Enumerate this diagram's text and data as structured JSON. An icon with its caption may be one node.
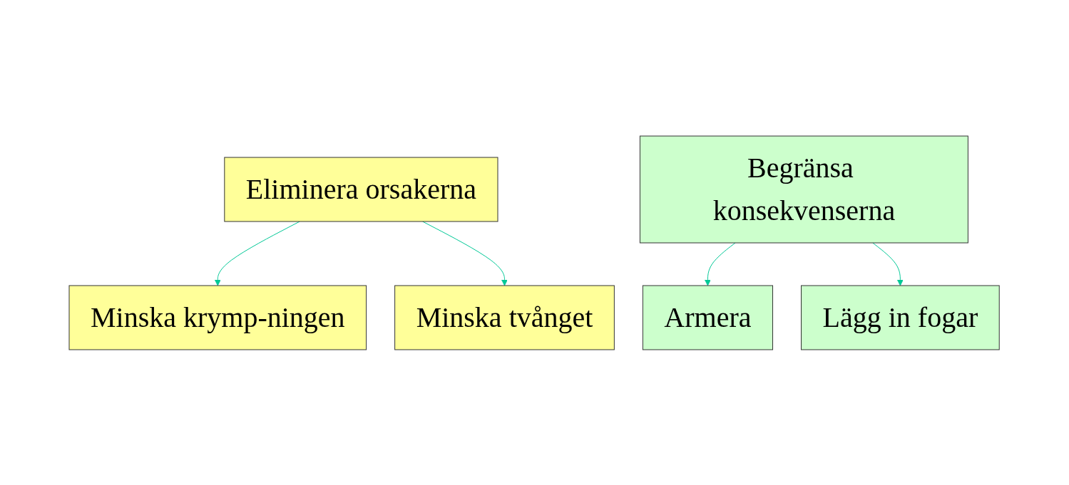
{
  "diagram": {
    "nodes": [
      {
        "text": [
          "Eliminera orsakerna"
        ]
      },
      {
        "text": [
          "Begränsa konsekvenserna"
        ]
      },
      {
        "text": [
          "Minska krymp-ningen"
        ]
      },
      {
        "text": [
          "Minska tvånget"
        ]
      },
      {
        "text": [
          "Armera"
        ]
      },
      {
        "text": [
          "Lägg in fogar"
        ]
      }
    ],
    "edges": [
      {
        "from": 0,
        "to": 2,
        "arrow": "to"
      },
      {
        "from": 0,
        "to": 3,
        "arrow": "to"
      },
      {
        "from": 1,
        "to": 4,
        "arrow": "to"
      },
      {
        "from": 1,
        "to": 5,
        "arrow": "to"
      }
    ]
  }
}
